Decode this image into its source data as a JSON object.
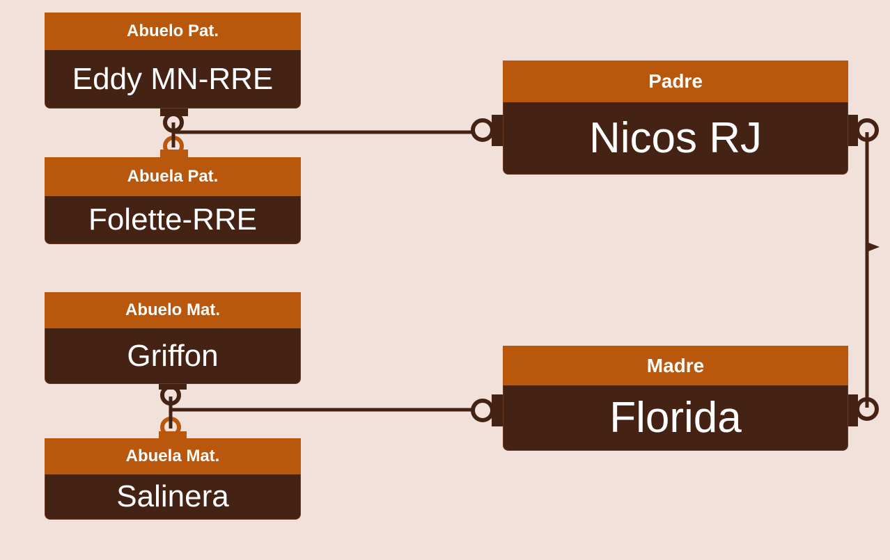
{
  "colors": {
    "background": "#f2e1da",
    "header": "#b9570c",
    "body": "#452314",
    "connector_dark": "#452314",
    "connector_orange": "#b9570c"
  },
  "nodes": {
    "abuelo_pat": {
      "role": "Abuelo Pat.",
      "name": "Eddy MN-RRE"
    },
    "abuela_pat": {
      "role": "Abuela Pat.",
      "name": "Folette-RRE"
    },
    "abuelo_mat": {
      "role": "Abuelo Mat.",
      "name": "Griffon"
    },
    "abuela_mat": {
      "role": "Abuela Mat.",
      "name": "Salinera"
    },
    "padre": {
      "role": "Padre",
      "name": "Nicos RJ"
    },
    "madre": {
      "role": "Madre",
      "name": "Florida"
    }
  }
}
